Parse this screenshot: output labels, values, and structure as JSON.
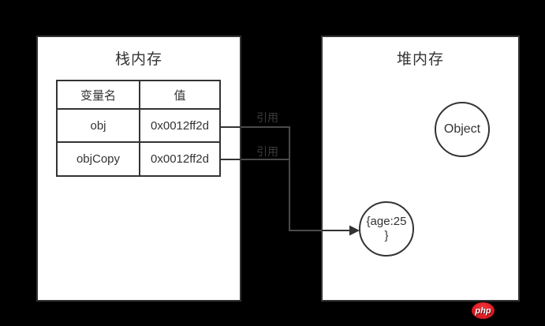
{
  "canvas": {
    "background": "#000000"
  },
  "stack_box": {
    "title": "栈内存",
    "table": {
      "headers": [
        "变量名",
        "值"
      ],
      "rows": [
        [
          "obj",
          "0x0012ff2d"
        ],
        [
          "objCopy",
          "0x0012ff2d"
        ]
      ]
    }
  },
  "heap_box": {
    "title": "堆内存",
    "object_circle": {
      "label": "Object"
    },
    "age_circle": {
      "line1": "{age:25",
      "line2": "}"
    }
  },
  "connectors": {
    "labels": [
      "引用",
      "引用"
    ],
    "line_color_on_dark": "#4a4a4a",
    "line_color_on_light": "#333333",
    "arrow_color": "#333333"
  },
  "watermark": {
    "label": "php",
    "color": "#e11d24"
  },
  "colors": {
    "border": "#333333",
    "text": "#333333",
    "box_background": "#ffffff",
    "edge_label_text": "#3b3b3b"
  }
}
